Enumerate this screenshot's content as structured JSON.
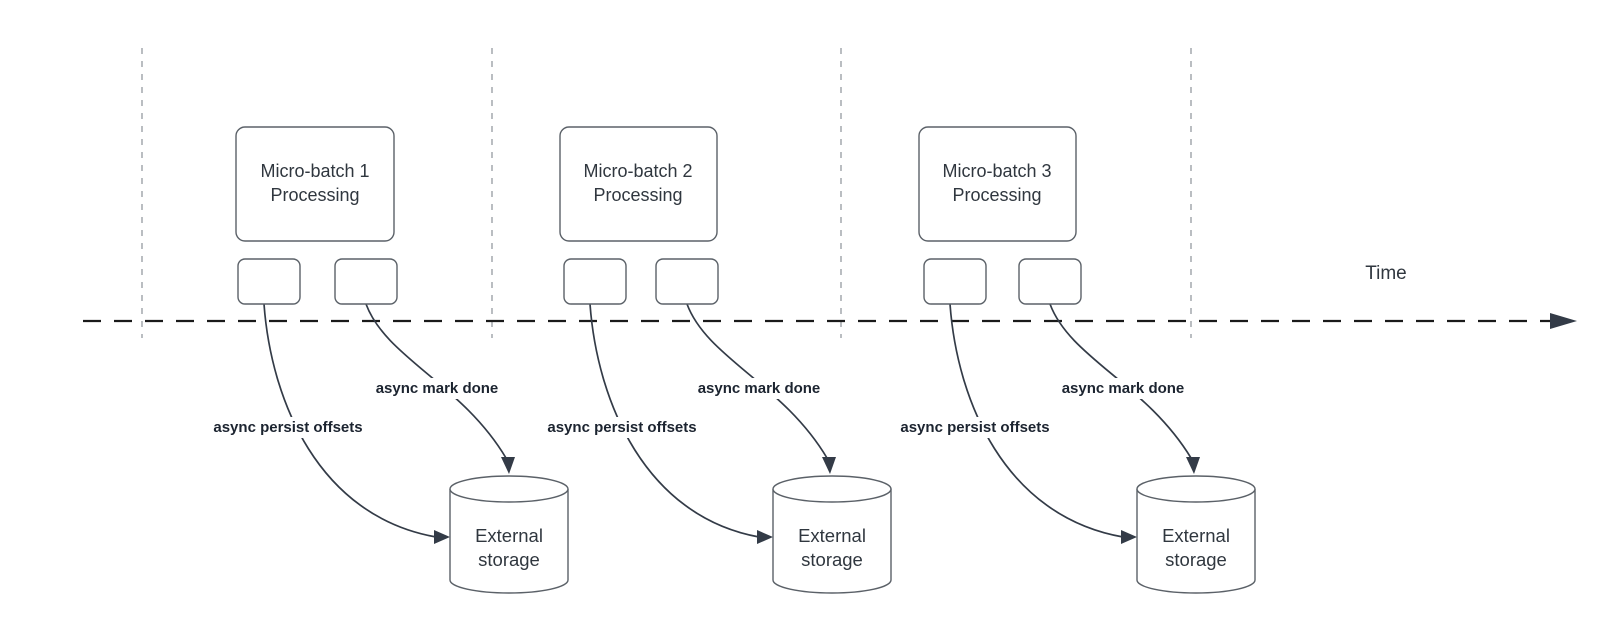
{
  "timeline": {
    "label": "Time"
  },
  "groups": [
    {
      "box_line1": "Micro-batch 1",
      "box_line2": "Processing",
      "persist_label": "async persist offsets",
      "mark_done_label": "async mark done",
      "storage_line1": "External",
      "storage_line2": "storage"
    },
    {
      "box_line1": "Micro-batch 2",
      "box_line2": "Processing",
      "persist_label": "async persist offsets",
      "mark_done_label": "async mark done",
      "storage_line1": "External",
      "storage_line2": "storage"
    },
    {
      "box_line1": "Micro-batch 3",
      "box_line2": "Processing",
      "persist_label": "async persist offsets",
      "mark_done_label": "async mark done",
      "storage_line1": "External",
      "storage_line2": "storage"
    }
  ],
  "colors": {
    "box_stroke": "#5b6168",
    "box_text": "#30373f",
    "curve": "#333b47",
    "timeline": "#1a1a1a",
    "gridline": "#a9adb2",
    "label_text": "#1c2430",
    "background": "#ffffff"
  }
}
